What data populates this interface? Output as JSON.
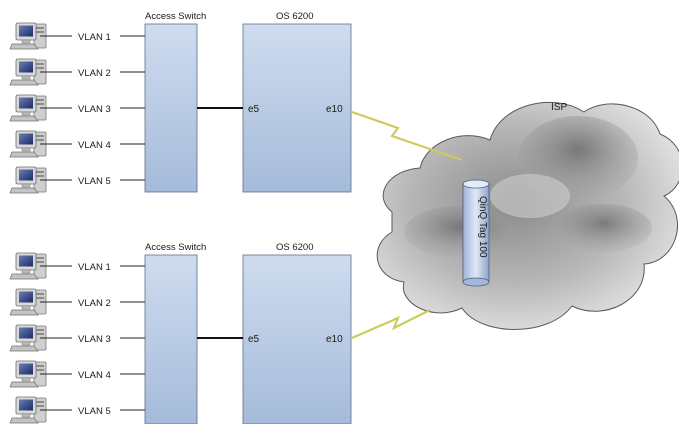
{
  "sites": [
    {
      "access_switch_label": "Access Switch",
      "os_label": "OS 6200",
      "port_in": "e5",
      "port_out": "e10",
      "vlans": [
        "VLAN 1",
        "VLAN 2",
        "VLAN 3",
        "VLAN 4",
        "VLAN 5"
      ]
    },
    {
      "access_switch_label": "Access Switch",
      "os_label": "OS 6200",
      "port_in": "e5",
      "port_out": "e10",
      "vlans": [
        "VLAN 1",
        "VLAN 2",
        "VLAN 3",
        "VLAN 4",
        "VLAN 5"
      ]
    }
  ],
  "isp": {
    "label": "ISP",
    "tunnel_label": "QinQ Tag 100"
  },
  "colors": {
    "switch_fill_top": "#c9d6ea",
    "switch_fill_bottom": "#a9bedc",
    "switch_stroke": "#5d6f8c",
    "cloud_light": "#e9e9e9",
    "cloud_dark": "#7c7c7c",
    "lightning": "#d8d86a",
    "cylinder": "#b7c9e6"
  },
  "icons": {
    "workstation": "computer-icon",
    "wan_link": "lightning-bolt-icon",
    "tunnel": "cylinder-icon",
    "network": "cloud-icon"
  }
}
